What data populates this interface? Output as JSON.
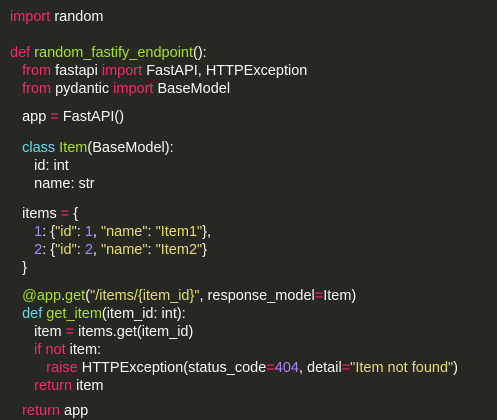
{
  "colors": {
    "background": "#272822",
    "text": "#f8f8f2",
    "keyword": "#f92672",
    "function": "#a6e22e",
    "class": "#66d9ef",
    "string": "#e6db74",
    "number": "#ae81ff"
  },
  "code_lines": [
    {
      "indent": "",
      "tokens": [
        {
          "t": "import",
          "c": "kw"
        },
        {
          "t": " random",
          "c": "txt"
        }
      ]
    },
    {
      "indent": "",
      "tokens": [
        {
          "t": "def",
          "c": "kw"
        },
        {
          "t": " ",
          "c": "txt"
        },
        {
          "t": "random_fastify_endpoint",
          "c": "fn"
        },
        {
          "t": "():",
          "c": "txt"
        }
      ]
    },
    {
      "indent": "   ",
      "tokens": [
        {
          "t": "from",
          "c": "kw"
        },
        {
          "t": " fastapi ",
          "c": "txt"
        },
        {
          "t": "import",
          "c": "kw"
        },
        {
          "t": " FastAPI, HTTPException",
          "c": "txt"
        }
      ]
    },
    {
      "indent": "   ",
      "tokens": [
        {
          "t": "from",
          "c": "kw"
        },
        {
          "t": " pydantic ",
          "c": "txt"
        },
        {
          "t": "import",
          "c": "kw"
        },
        {
          "t": " BaseModel",
          "c": "txt"
        }
      ]
    },
    {
      "indent": "   ",
      "tokens": [
        {
          "t": "app ",
          "c": "txt"
        },
        {
          "t": "=",
          "c": "kw"
        },
        {
          "t": " FastAPI()",
          "c": "txt"
        }
      ]
    },
    {
      "indent": "   ",
      "tokens": [
        {
          "t": "class",
          "c": "cls"
        },
        {
          "t": " ",
          "c": "txt"
        },
        {
          "t": "Item",
          "c": "fn"
        },
        {
          "t": "(BaseModel):",
          "c": "txt"
        }
      ]
    },
    {
      "indent": "      ",
      "tokens": [
        {
          "t": "id: int",
          "c": "txt"
        }
      ]
    },
    {
      "indent": "      ",
      "tokens": [
        {
          "t": "name: str",
          "c": "txt"
        }
      ]
    },
    {
      "indent": "   ",
      "tokens": [
        {
          "t": "items ",
          "c": "txt"
        },
        {
          "t": "=",
          "c": "kw"
        },
        {
          "t": " {",
          "c": "txt"
        }
      ]
    },
    {
      "indent": "      ",
      "tokens": [
        {
          "t": "1",
          "c": "num"
        },
        {
          "t": ": {",
          "c": "txt"
        },
        {
          "t": "\"id\"",
          "c": "str"
        },
        {
          "t": ": ",
          "c": "txt"
        },
        {
          "t": "1",
          "c": "num"
        },
        {
          "t": ", ",
          "c": "txt"
        },
        {
          "t": "\"name\"",
          "c": "str"
        },
        {
          "t": ": ",
          "c": "txt"
        },
        {
          "t": "\"Item1\"",
          "c": "str"
        },
        {
          "t": "},",
          "c": "txt"
        }
      ]
    },
    {
      "indent": "      ",
      "tokens": [
        {
          "t": "2",
          "c": "num"
        },
        {
          "t": ": {",
          "c": "txt"
        },
        {
          "t": "\"id\"",
          "c": "str"
        },
        {
          "t": ": ",
          "c": "txt"
        },
        {
          "t": "2",
          "c": "num"
        },
        {
          "t": ", ",
          "c": "txt"
        },
        {
          "t": "\"name\"",
          "c": "str"
        },
        {
          "t": ": ",
          "c": "txt"
        },
        {
          "t": "\"Item2\"",
          "c": "str"
        },
        {
          "t": "}",
          "c": "txt"
        }
      ]
    },
    {
      "indent": "   ",
      "tokens": [
        {
          "t": "}",
          "c": "txt"
        }
      ]
    },
    {
      "indent": "   ",
      "tokens": [
        {
          "t": "@app",
          "c": "fn"
        },
        {
          "t": ".",
          "c": "txt"
        },
        {
          "t": "get",
          "c": "fn"
        },
        {
          "t": "(",
          "c": "txt"
        },
        {
          "t": "\"/items/{item_id}\"",
          "c": "str"
        },
        {
          "t": ", response_model",
          "c": "txt"
        },
        {
          "t": "=",
          "c": "kw"
        },
        {
          "t": "Item)",
          "c": "txt"
        }
      ]
    },
    {
      "indent": "   ",
      "tokens": [
        {
          "t": "def",
          "c": "cls"
        },
        {
          "t": " ",
          "c": "txt"
        },
        {
          "t": "get_item",
          "c": "fn"
        },
        {
          "t": "(item_id: int):",
          "c": "txt"
        }
      ]
    },
    {
      "indent": "      ",
      "tokens": [
        {
          "t": "item ",
          "c": "txt"
        },
        {
          "t": "=",
          "c": "kw"
        },
        {
          "t": " items.get(item_id)",
          "c": "txt"
        }
      ]
    },
    {
      "indent": "      ",
      "tokens": [
        {
          "t": "if",
          "c": "kw"
        },
        {
          "t": " ",
          "c": "txt"
        },
        {
          "t": "not",
          "c": "kw"
        },
        {
          "t": " item:",
          "c": "txt"
        }
      ]
    },
    {
      "indent": "         ",
      "tokens": [
        {
          "t": "raise",
          "c": "kw"
        },
        {
          "t": " HTTPException(status_code",
          "c": "txt"
        },
        {
          "t": "=",
          "c": "kw"
        },
        {
          "t": "404",
          "c": "num"
        },
        {
          "t": ", detail",
          "c": "txt"
        },
        {
          "t": "=",
          "c": "kw"
        },
        {
          "t": "\"Item not found\"",
          "c": "str"
        },
        {
          "t": ")",
          "c": "txt"
        }
      ]
    },
    {
      "indent": "      ",
      "tokens": [
        {
          "t": "return",
          "c": "kw"
        },
        {
          "t": " item",
          "c": "txt"
        }
      ]
    },
    {
      "indent": "   ",
      "tokens": [
        {
          "t": "return",
          "c": "kw"
        },
        {
          "t": " app",
          "c": "txt"
        }
      ]
    }
  ]
}
